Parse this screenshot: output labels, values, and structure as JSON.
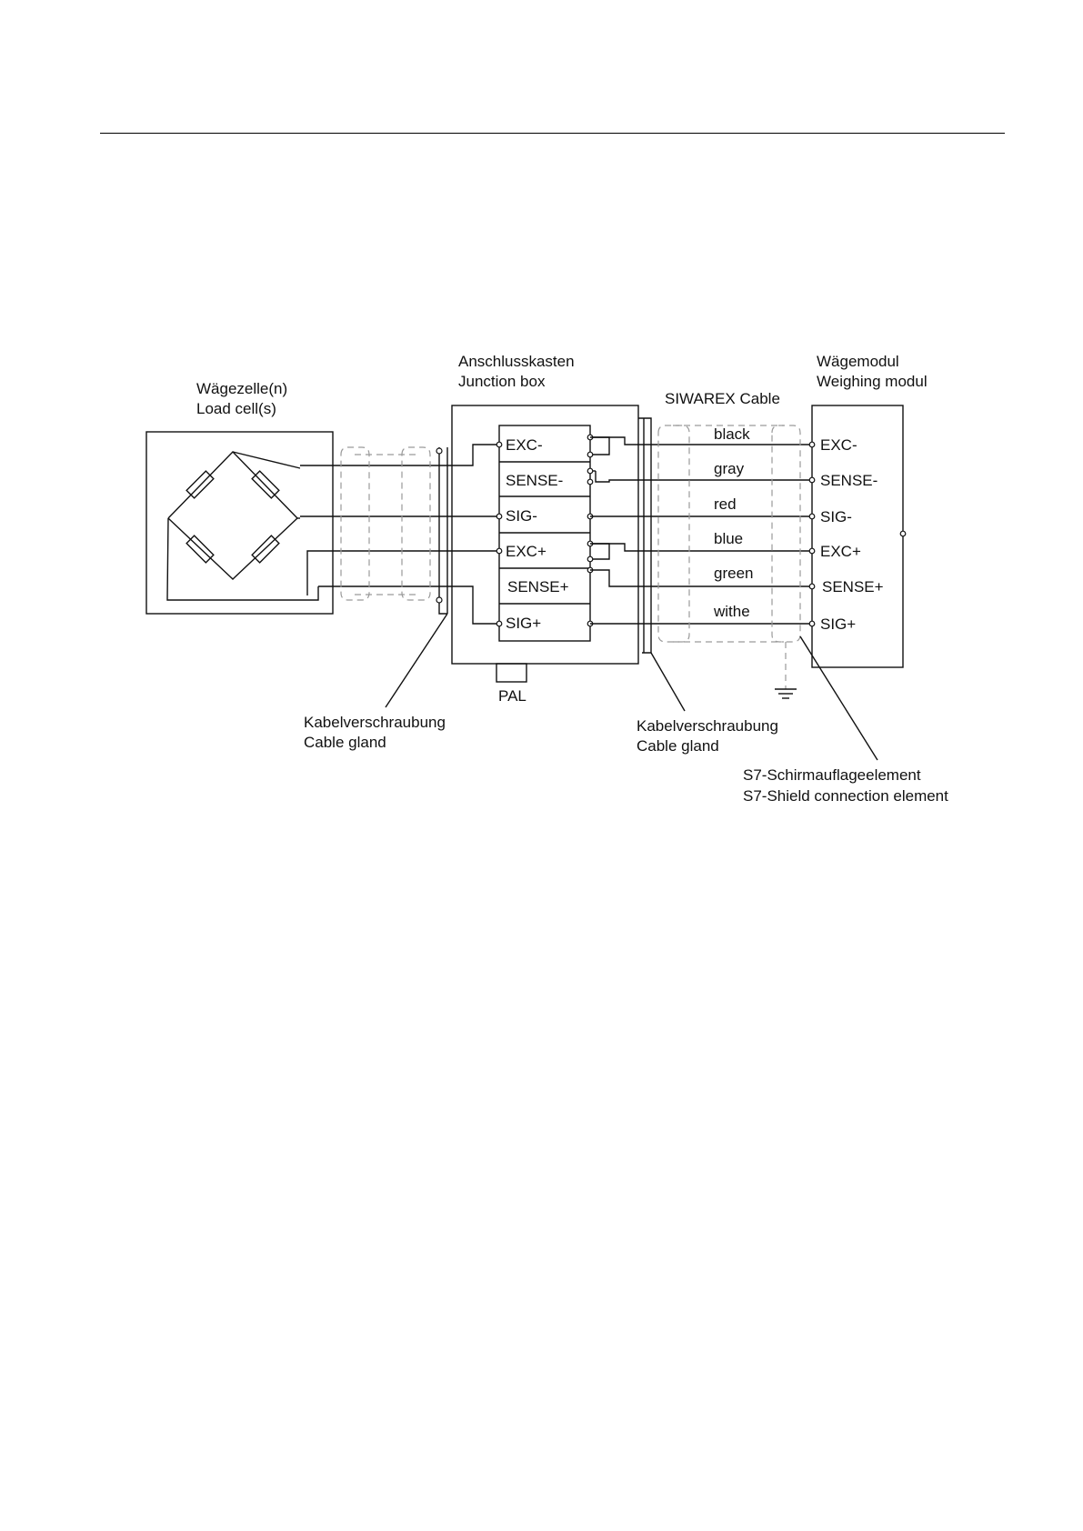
{
  "figure": {
    "load_cell_label": [
      "Wägezelle(n)",
      "Load cell(s)"
    ],
    "junction_box_label": [
      "Anschlusskasten",
      "Junction box"
    ],
    "weighing_module_label": [
      "Wägemodul",
      "Weighing modul"
    ],
    "cable_label": "SIWAREX Cable",
    "pal_label": "PAL",
    "cable_gland_left": [
      "Kabelverschraubung",
      "Cable gland"
    ],
    "cable_gland_right": [
      "Kabelverschraubung",
      "Cable gland"
    ],
    "shield_element_label": [
      "S7-Schirmauflageelement",
      "S7-Shield connection element"
    ],
    "junction_terminals": [
      "EXC-",
      "SENSE-",
      "SIG-",
      "EXC+",
      "SENSE+",
      "SIG+"
    ],
    "module_terminals": [
      "EXC-",
      "SENSE-",
      "SIG-",
      "EXC+",
      "SENSE+",
      "SIG+"
    ],
    "wire_colors": [
      "black",
      "gray",
      "red",
      "blue",
      "green",
      "withe"
    ]
  }
}
